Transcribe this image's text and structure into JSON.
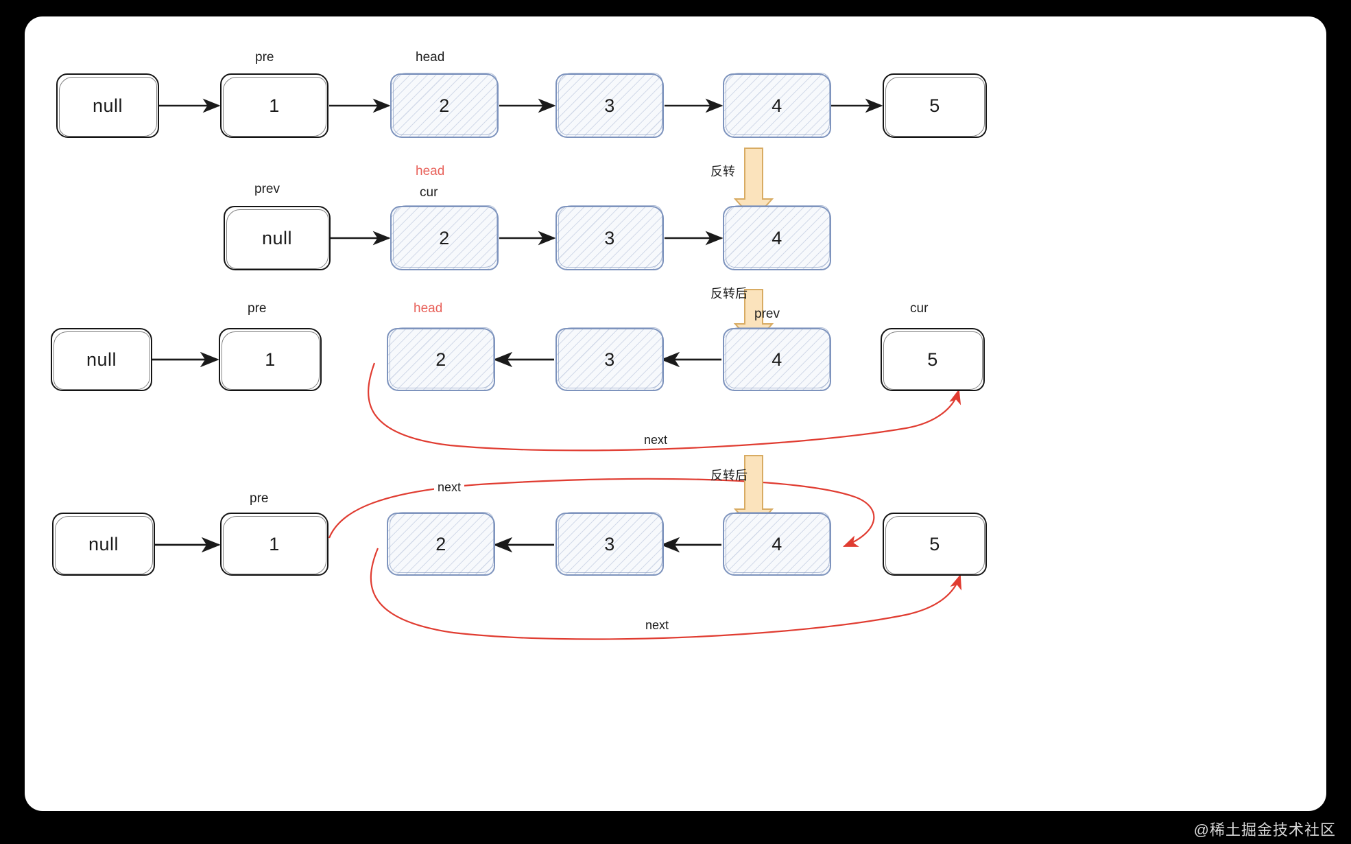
{
  "diagram": {
    "title": "linked-list-reversal-steps",
    "watermark": "@稀土掘金技术社区",
    "colors": {
      "page_background": "#000000",
      "canvas": "#ffffff",
      "node_plain_border": "#141414",
      "node_fill_border": "#7d93bd",
      "node_fill_background": "#f7f9fc",
      "arrow_black": "#1a1a1a",
      "arrow_red": "#e03c31",
      "highlight_red_text": "#e8615a",
      "block_arrow_fill": "#fbe3bc",
      "block_arrow_stroke": "#d8ab62"
    }
  },
  "rows": [
    {
      "id": "row-1",
      "nodes": [
        {
          "value": "null",
          "style": "plain",
          "tag": ""
        },
        {
          "value": "1",
          "style": "plain",
          "tag": "pre"
        },
        {
          "value": "2",
          "style": "fill",
          "tag": "head"
        },
        {
          "value": "3",
          "style": "fill",
          "tag": ""
        },
        {
          "value": "4",
          "style": "fill",
          "tag": ""
        },
        {
          "value": "5",
          "style": "plain",
          "tag": ""
        }
      ],
      "link_direction": "forward"
    },
    {
      "id": "row-2",
      "nodes": [
        {
          "value": "null",
          "style": "plain",
          "tag": "prev"
        },
        {
          "value": "2",
          "style": "fill",
          "tag": "cur",
          "tag_above": "head"
        },
        {
          "value": "3",
          "style": "fill",
          "tag": ""
        },
        {
          "value": "4",
          "style": "fill",
          "tag": ""
        }
      ],
      "link_direction": "forward"
    },
    {
      "id": "row-3",
      "nodes": [
        {
          "value": "null",
          "style": "plain",
          "tag": ""
        },
        {
          "value": "1",
          "style": "plain",
          "tag": "pre"
        },
        {
          "value": "2",
          "style": "fill",
          "tag": "head"
        },
        {
          "value": "3",
          "style": "fill",
          "tag": ""
        },
        {
          "value": "4",
          "style": "fill",
          "tag": "prev"
        },
        {
          "value": "5",
          "style": "plain",
          "tag": "cur"
        }
      ],
      "link_direction": "reversed",
      "next_pointer_label": "next"
    },
    {
      "id": "row-4",
      "nodes": [
        {
          "value": "null",
          "style": "plain",
          "tag": ""
        },
        {
          "value": "1",
          "style": "plain",
          "tag": "pre"
        },
        {
          "value": "2",
          "style": "fill",
          "tag": ""
        },
        {
          "value": "3",
          "style": "fill",
          "tag": ""
        },
        {
          "value": "4",
          "style": "fill",
          "tag": ""
        },
        {
          "value": "5",
          "style": "plain",
          "tag": ""
        }
      ],
      "link_direction": "reversed",
      "next_pointer_labels": [
        "next",
        "next"
      ]
    }
  ],
  "step_arrows": [
    {
      "id": "step-1",
      "label": "反转"
    },
    {
      "id": "step-2",
      "label": "反转后"
    },
    {
      "id": "step-3",
      "label": "反转后"
    }
  ],
  "annotations": {
    "r1_pre": "pre",
    "r1_head": "head",
    "r2_head_red": "head",
    "r2_prev": "prev",
    "r2_cur": "cur",
    "r3_pre": "pre",
    "r3_head_red": "head",
    "r3_prev": "prev",
    "r3_cur": "cur",
    "r3_next": "next",
    "r4_pre": "pre",
    "r4_next_top": "next",
    "r4_next_bottom": "next"
  }
}
